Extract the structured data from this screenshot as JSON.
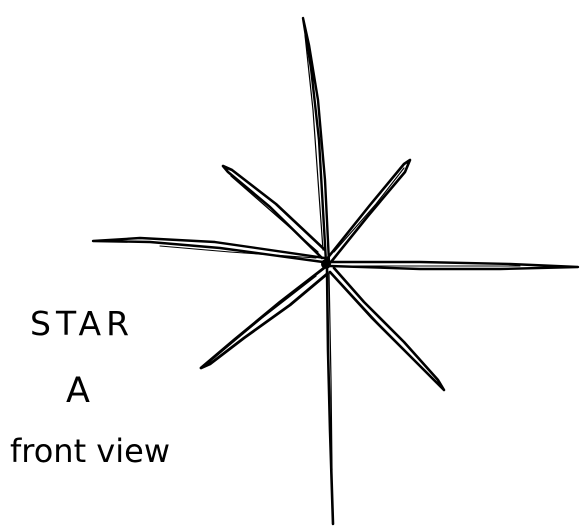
{
  "drawing": {
    "label_line1": "STAR",
    "label_line2": "A",
    "label_line3": "front view",
    "ink_color": "#000000",
    "background_color": "#ffffff"
  }
}
